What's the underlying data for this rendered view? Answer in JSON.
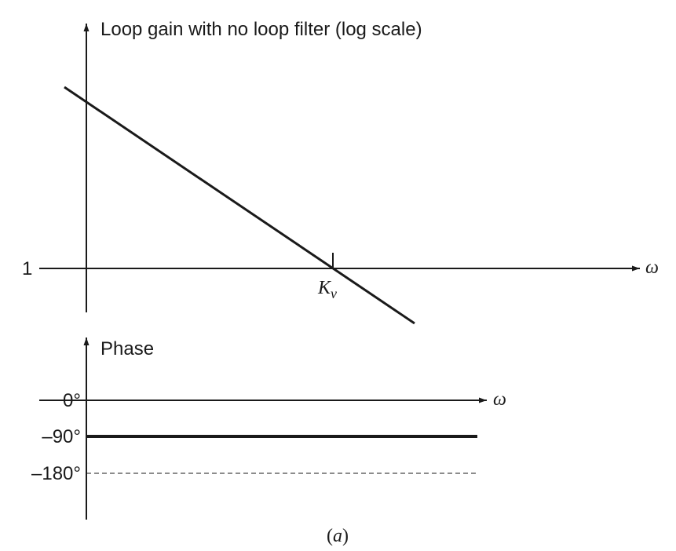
{
  "gain_plot": {
    "y_label": "Loop gain with no loop filter (log scale)",
    "x_label": "ω",
    "unity_tick": "1",
    "crossover_label_main": "K",
    "crossover_label_sub": "v"
  },
  "phase_plot": {
    "y_label": "Phase",
    "x_label": "ω",
    "ticks": [
      "0°",
      "–90°",
      "–180°"
    ]
  },
  "caption": {
    "open": "(",
    "letter": "a",
    "close": ")"
  },
  "colors": {
    "ink": "#1a1a1a"
  }
}
